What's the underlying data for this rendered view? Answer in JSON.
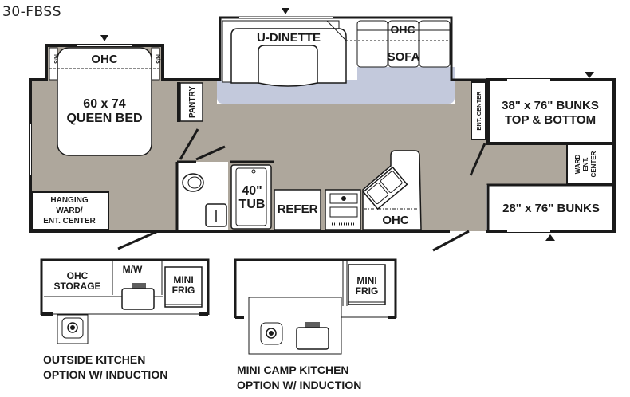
{
  "model": "30-FBSS",
  "colors": {
    "floor": "#aea79c",
    "slide_floor": "#c3c9dc",
    "wall": "#1a1a1a",
    "furniture": "#ffffff"
  },
  "main_plan": {
    "rooms": {
      "queen_ohc": "OHC",
      "ns_left": "N/S",
      "ns_right": "N/S",
      "queen_bed_line1": "60 x 74",
      "queen_bed_line2": "QUEEN BED",
      "pantry": "PANTRY",
      "hanging_line1": "HANGING",
      "hanging_line2": "WARD/",
      "hanging_line3": "ENT. CENTER",
      "tub_line1": "40\"",
      "tub_line2": "TUB",
      "refer": "REFER",
      "kitchen_ohc": "OHC",
      "dinette": "U-DINETTE",
      "sofa_ohc": "OHC",
      "sofa": "SOFA",
      "ent_center": "ENT. CENTER",
      "top_bunks_line1": "38\" x 76\" BUNKS",
      "top_bunks_line2": "TOP & BOTTOM",
      "ward_line1": "WARD",
      "ward_line2": "ENT.",
      "ward_line3": "CENTER",
      "bottom_bunks": "28\" x 76\" BUNKS"
    }
  },
  "options": [
    {
      "ohc_line1": "OHC",
      "ohc_line2": "STORAGE",
      "mw": "M/W",
      "frig_line1": "MINI",
      "frig_line2": "FRIG",
      "caption_line1": "OUTSIDE KITCHEN",
      "caption_line2": "OPTION W/ INDUCTION"
    },
    {
      "frig_line1": "MINI",
      "frig_line2": "FRIG",
      "caption_line1": "MINI CAMP KITCHEN",
      "caption_line2": "OPTION W/ INDUCTION"
    }
  ]
}
